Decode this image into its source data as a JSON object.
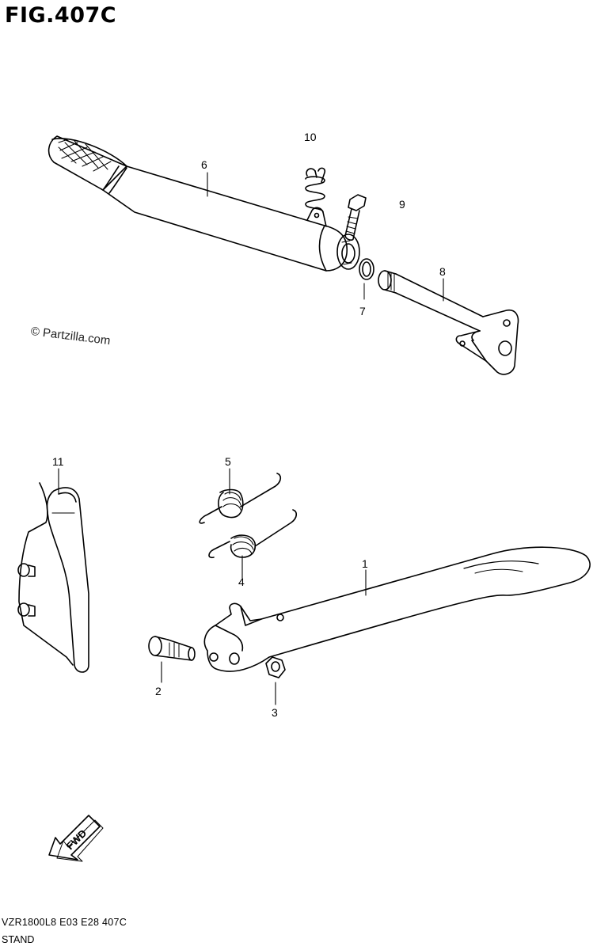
{
  "figure_title": "FIG.407C",
  "watermark": "© Partzilla.com",
  "callouts": {
    "p1": "1",
    "p2": "2",
    "p3": "3",
    "p4": "4",
    "p5": "5",
    "p6": "6",
    "p7": "7",
    "p8": "8",
    "p9": "9",
    "p10": "10",
    "p11": "11"
  },
  "fwd_label": "FWD",
  "footer": {
    "code": "VZR1800L8  E03  E28  407C",
    "name": "STAND"
  }
}
